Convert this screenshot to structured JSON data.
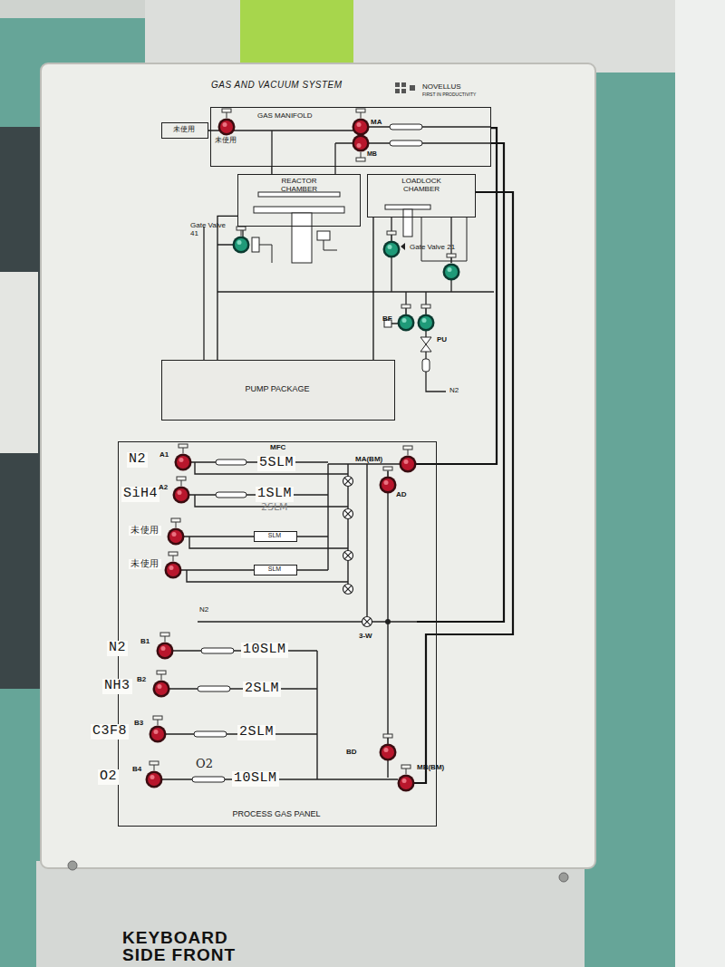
{
  "diagram": {
    "title": "GAS AND VACUUM SYSTEM",
    "nodes": [
      {
        "text": [
          "未使用"
        ]
      },
      {
        "text": [
          "GAS MANIFOLD"
        ]
      },
      {
        "text": [
          "REACTOR CHAMBER"
        ]
      },
      {
        "text": [
          "LOADLOCK CHAMBER"
        ]
      },
      {
        "text": [
          "PUMP PACKAGE"
        ]
      },
      {
        "text": [
          "PROCESS GAS PANEL"
        ]
      },
      {
        "text": [
          "SLM"
        ],
        "in": 5
      },
      {
        "text": [
          "SLM"
        ],
        "in": 5
      }
    ],
    "edges": [
      {
        "from": 0,
        "to": 1,
        "arrow": "none"
      },
      {
        "from": 1,
        "to": 2,
        "arrow": "none"
      },
      {
        "from": 2,
        "to": 4,
        "arrow": "none"
      },
      {
        "from": 3,
        "to": 4,
        "arrow": "none"
      },
      {
        "from": 1,
        "to": 5,
        "arrow": "none"
      }
    ],
    "labels": [
      "NOVELLUS",
      "FIRST IN PRODUCTIVITY",
      "未使用",
      "MA",
      "MB",
      "Gate Valve 41",
      "Gate Valve 21",
      "BF",
      "PU",
      "N2",
      "N2",
      "A1",
      "MFC",
      "5SLM",
      "MA(BM)",
      "SiH4",
      "A2",
      "1SLM",
      "2SLM",
      "AD",
      "未使用",
      "未使用",
      "N2",
      "3-W",
      "N2",
      "B1",
      "10SLM",
      "NH3",
      "B2",
      "2SLM",
      "C3F8",
      "B3",
      "2SLM",
      "O2",
      "B4",
      "O2",
      "10SLM",
      "BD",
      "MB(BM)",
      "KEYBOARD SIDE FRONT"
    ]
  }
}
